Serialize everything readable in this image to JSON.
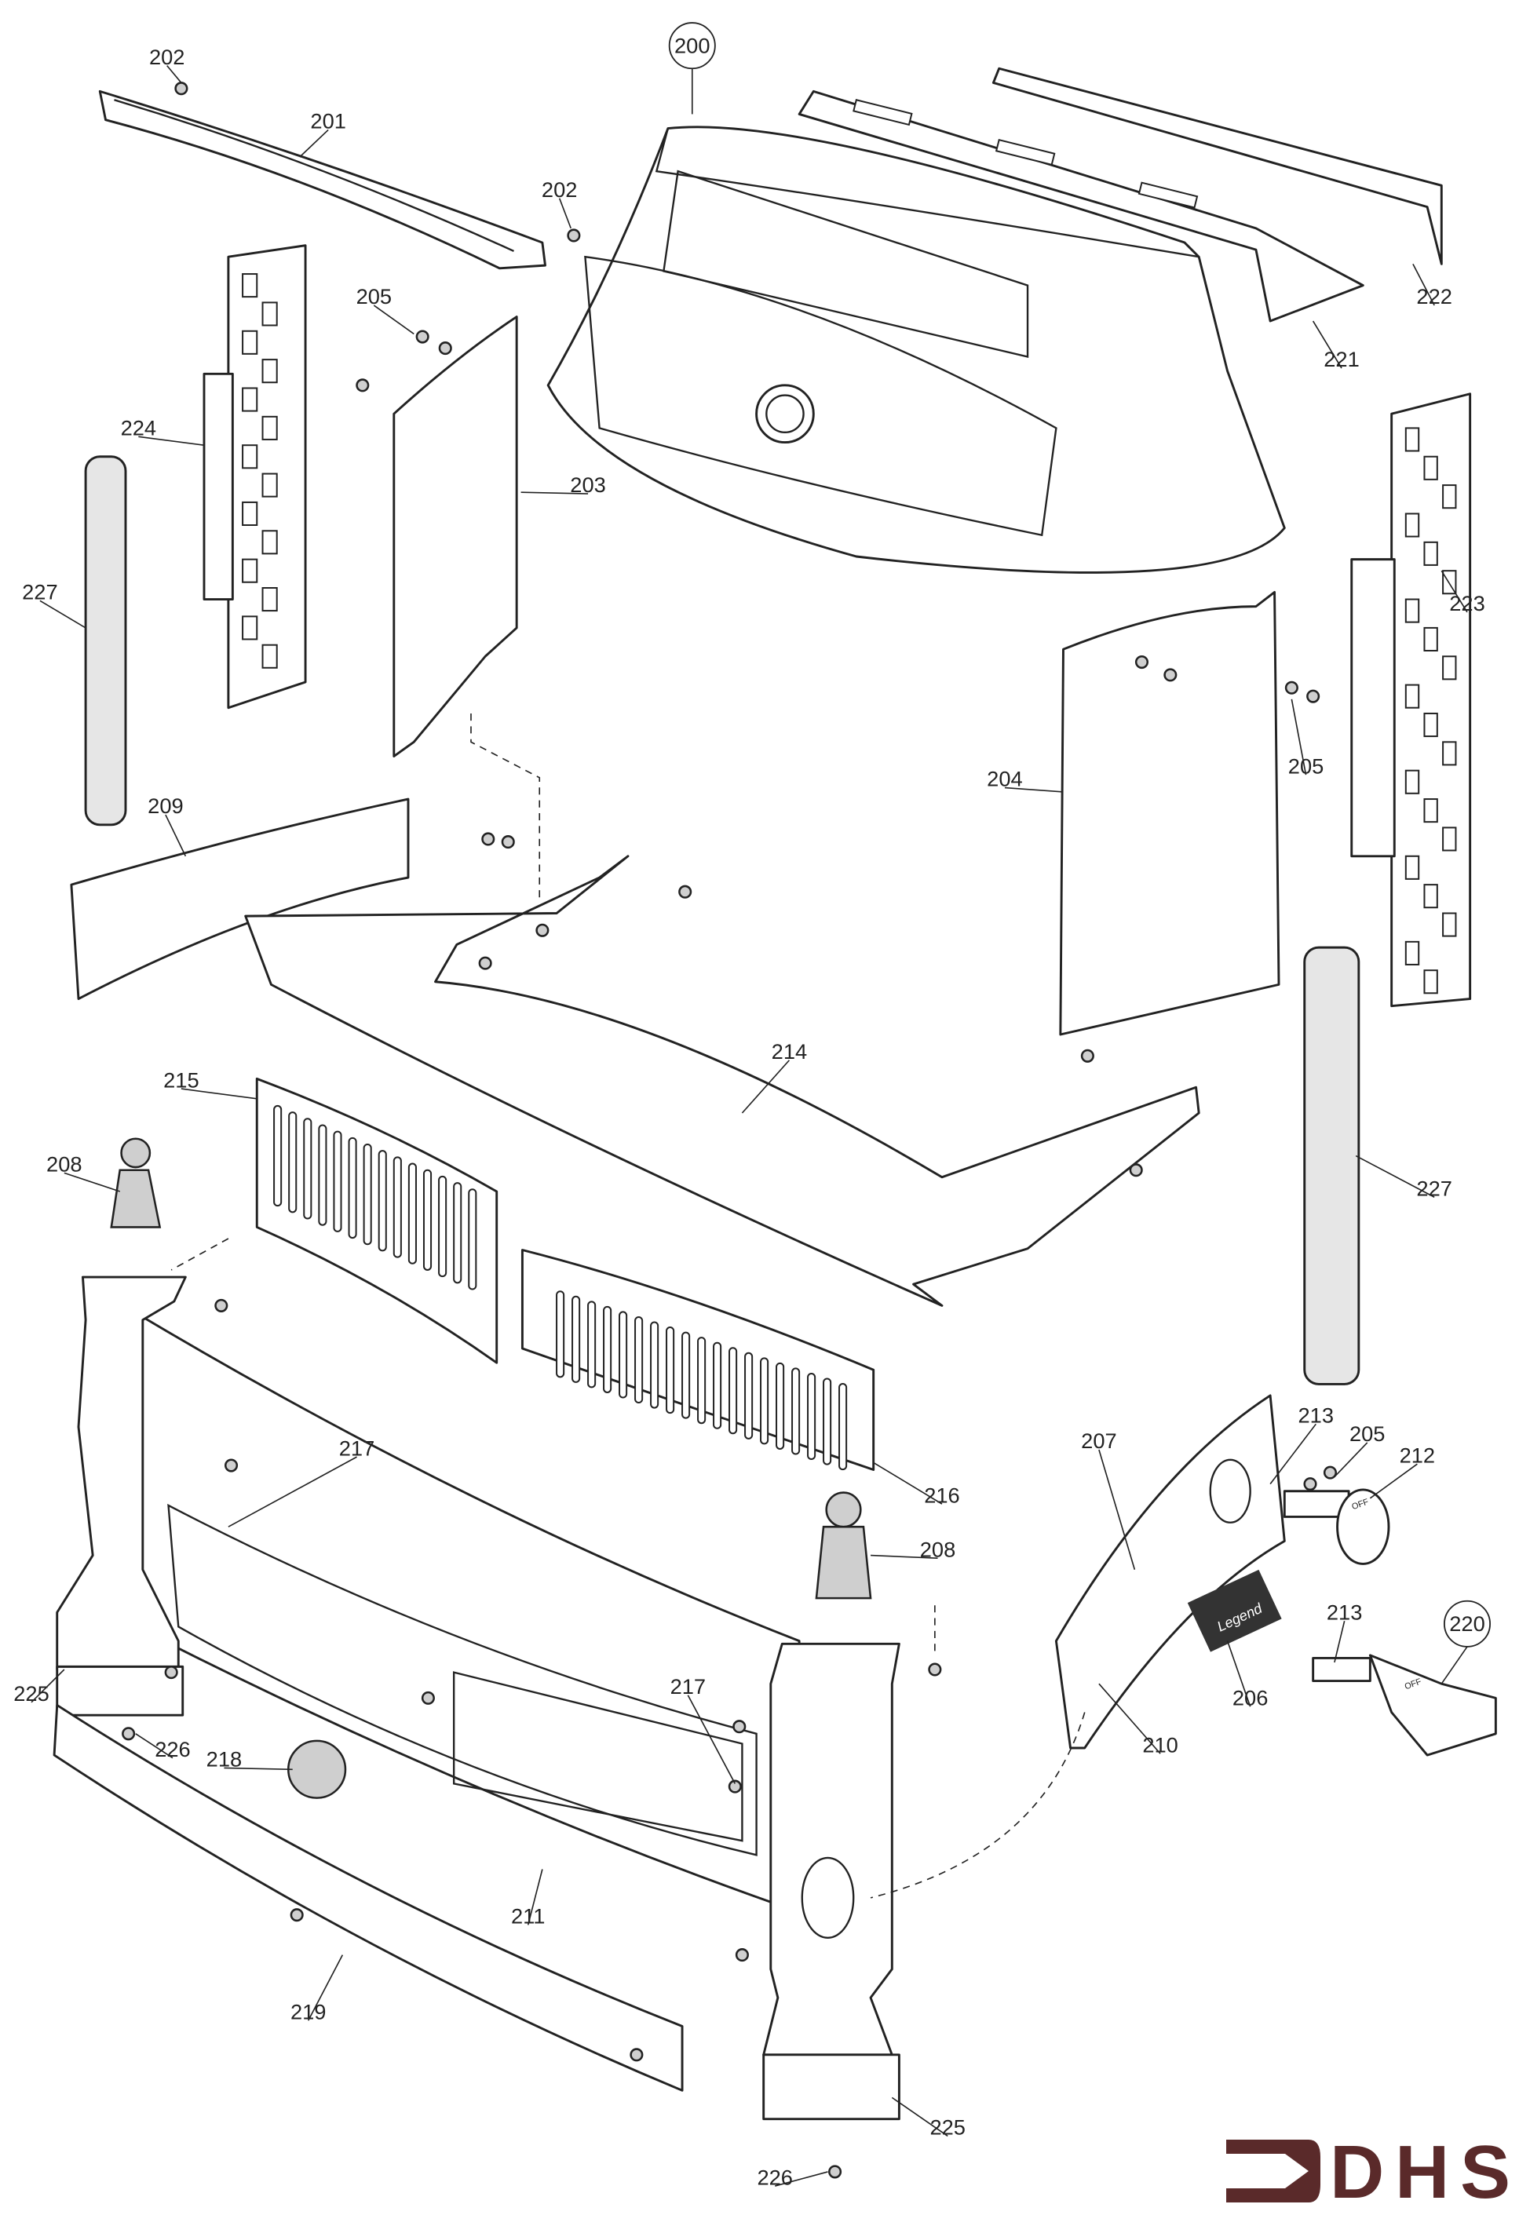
{
  "diagram": {
    "callouts": [
      "200",
      "202",
      "201",
      "202",
      "205",
      "224",
      "203",
      "227",
      "223",
      "222",
      "221",
      "205",
      "204",
      "209",
      "214",
      "215",
      "208",
      "227",
      "207",
      "213",
      "205",
      "212",
      "217",
      "216",
      "208",
      "220",
      "213",
      "206",
      "217",
      "225",
      "226",
      "218",
      "210",
      "211",
      "219",
      "225",
      "226"
    ],
    "circled_callouts": [
      "200",
      "220"
    ],
    "badge_text": "Legend",
    "knob_marking": "OFF"
  },
  "logo": {
    "text": "DHS",
    "color": "#5a2a2a"
  },
  "colors": {
    "line": "#222222",
    "background": "#ffffff"
  }
}
